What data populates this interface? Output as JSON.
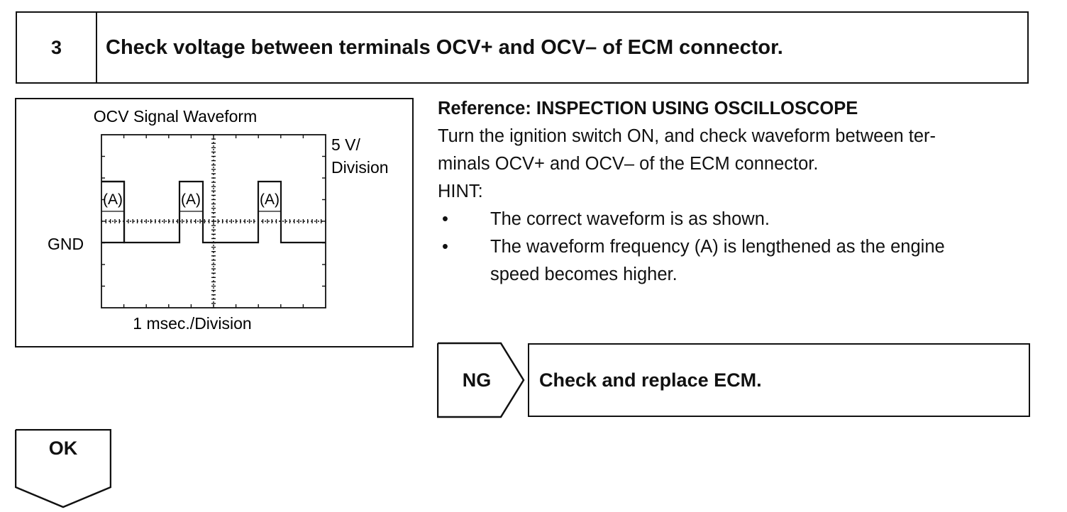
{
  "step": {
    "number": "3",
    "title": "Check voltage between terminals OCV+ and OCV– of ECM connector."
  },
  "waveform": {
    "title": "OCV Signal Waveform",
    "voltage_scale_line1": "5 V/",
    "voltage_scale_line2": "Division",
    "ground_label": "GND",
    "time_scale": "1 msec./Division",
    "pulse_label": "(A)"
  },
  "reference": {
    "heading": "Reference: INSPECTION USING OSCILLOSCOPE",
    "line1": "Turn the ignition switch ON, and check waveform between ter-",
    "line2": "minals OCV+ and OCV– of the ECM connector.",
    "hint_label": "HINT:",
    "bullet_symbol": "•",
    "bullet1": "The correct waveform is as shown.",
    "bullet2_line1": "The waveform frequency (A) is lengthened as the engine",
    "bullet2_line2": "speed becomes higher."
  },
  "ng": {
    "label": "NG",
    "result": "Check and replace ECM."
  },
  "ok": {
    "label": "OK"
  }
}
